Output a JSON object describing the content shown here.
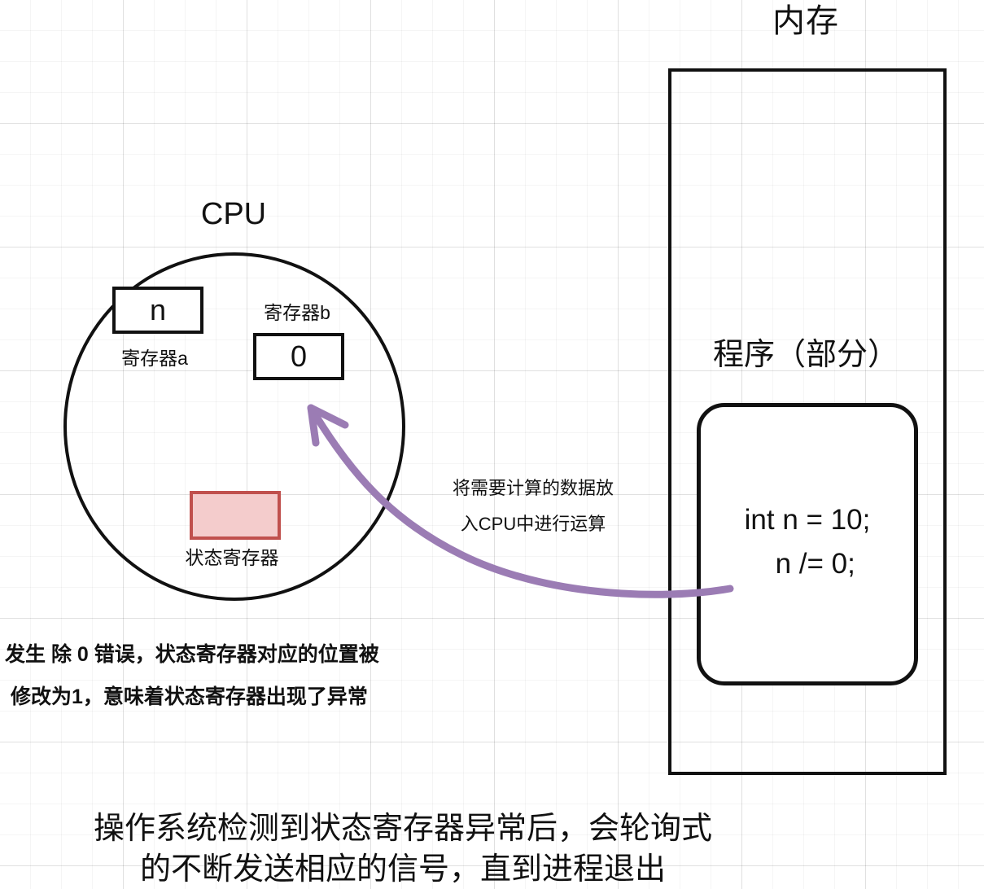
{
  "memory": {
    "title": "内存",
    "program_label": "程序（部分）",
    "code": "int n = 10;\n  n /= 0;"
  },
  "cpu": {
    "title": "CPU",
    "register_a": {
      "value": "n",
      "label": "寄存器a"
    },
    "register_b": {
      "value": "0",
      "label": "寄存器b"
    },
    "status_register": {
      "label": "状态寄存器",
      "fill_color": "#f4cccc",
      "border_color": "#c0504d"
    }
  },
  "arrow": {
    "caption": "将需要计算的数据放\n入CPU中进行运算",
    "color": "#9b7cb4"
  },
  "notes": {
    "error_note": "发生 除 0 错误，状态寄存器对应的位置被\n 修改为1，意味着状态寄存器出现了异常",
    "bottom_caption": "操作系统检测到状态寄存器异常后，会轮询式\n的不断发送相应的信号，直到进程退出"
  }
}
